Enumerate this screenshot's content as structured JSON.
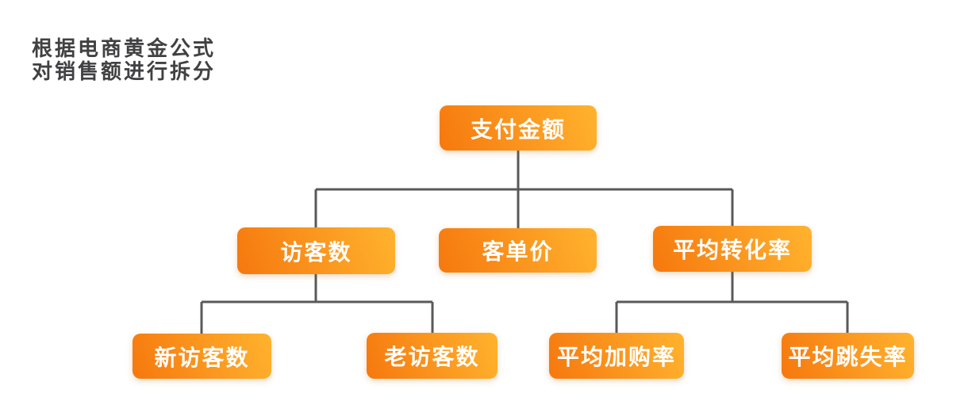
{
  "title": {
    "line1": "根据电商黄金公式",
    "line2": "对销售额进行拆分"
  },
  "colors": {
    "background": "#FFFFFF",
    "node_gradient_start": "#F6780E",
    "node_gradient_end": "#FFB32E",
    "node_text": "#FFFFFF",
    "connector": "#58595B",
    "title_text": "#414042"
  },
  "tree": {
    "root": {
      "label": "支付金额",
      "children": [
        {
          "label": "访客数",
          "children": [
            {
              "label": "新访客数"
            },
            {
              "label": "老访客数"
            }
          ]
        },
        {
          "label": "客单价",
          "children": []
        },
        {
          "label": "平均转化率",
          "children": [
            {
              "label": "平均加购率"
            },
            {
              "label": "平均跳失率"
            }
          ]
        }
      ]
    }
  }
}
